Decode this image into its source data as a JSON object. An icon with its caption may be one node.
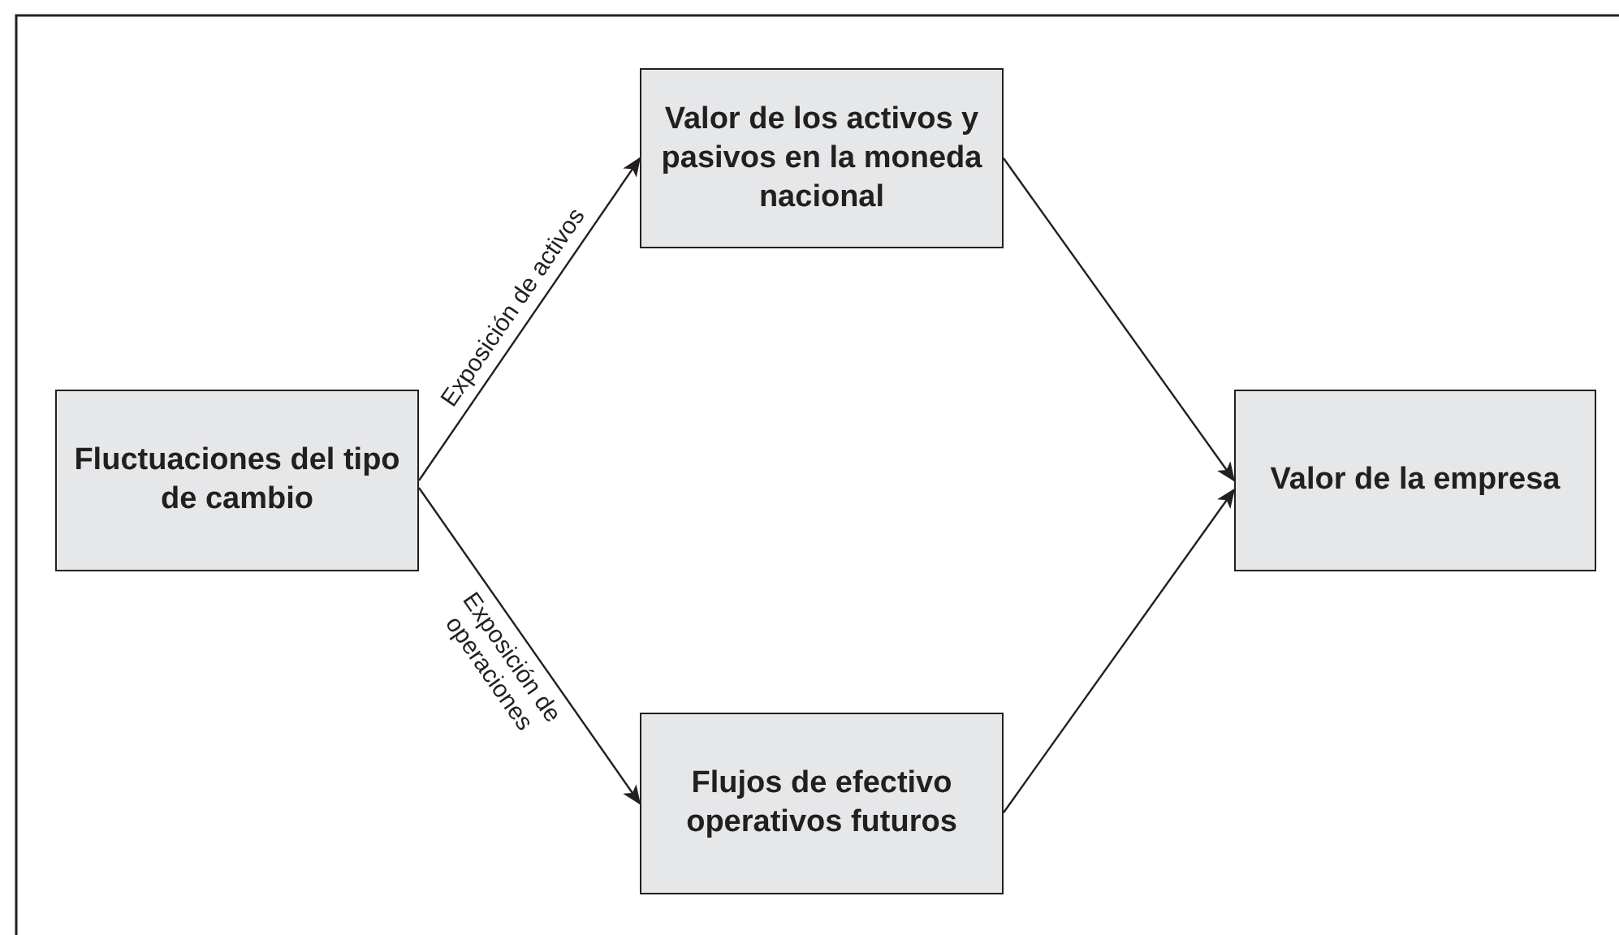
{
  "diagram": {
    "nodes": [
      {
        "text": [
          "Fluctuaciones del tipo de cambio"
        ]
      },
      {
        "text": [
          "Valor de los activos y pasivos en la moneda nacional"
        ]
      },
      {
        "text": [
          "Flujos de efectivo operativos futuros"
        ]
      },
      {
        "text": [
          "Valor de la empresa"
        ]
      }
    ],
    "edges": [
      {
        "from": 0,
        "to": 1,
        "arrow": "to",
        "label": "Exposición de activos"
      },
      {
        "from": 0,
        "to": 2,
        "arrow": "to",
        "label": "Exposición de operaciones"
      },
      {
        "from": 1,
        "to": 3,
        "arrow": "to"
      },
      {
        "from": 2,
        "to": 3,
        "arrow": "to"
      }
    ]
  }
}
